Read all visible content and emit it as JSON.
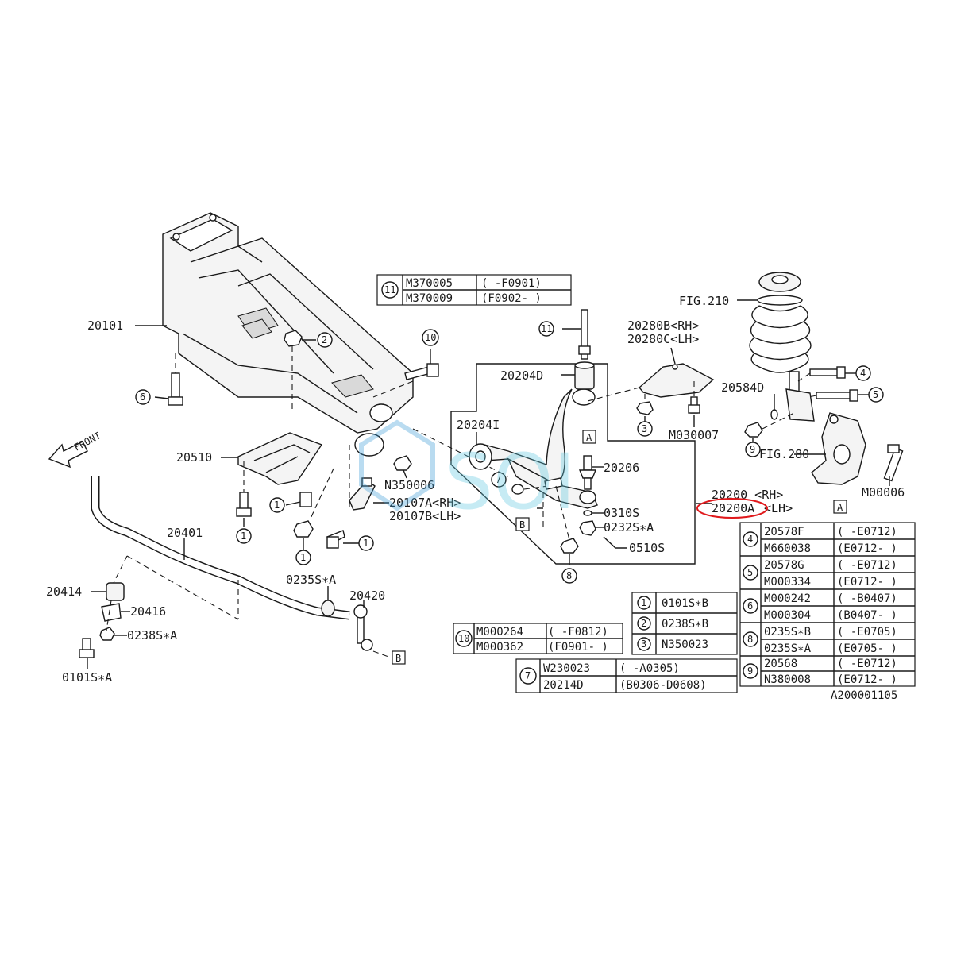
{
  "watermark": "SOI",
  "front_label": "FRONT",
  "figure_id": "A200001105",
  "part_labels": {
    "p20101": "20101",
    "p20510": "20510",
    "p20401": "20401",
    "p20414": "20414",
    "p20416": "20416",
    "p0238sa": "0238S∗A",
    "p0101sa": "0101S∗A",
    "p0235sa": "0235S∗A",
    "p20420": "20420",
    "pN350006": "N350006",
    "p20107a": "20107A<RH>",
    "p20107b": "20107B<LH>",
    "p20204d": "20204D",
    "p20204i": "20204I",
    "p20206": "20206",
    "p0310s": "0310S",
    "p0232sa": "0232S∗A",
    "p0510s": "0510S",
    "p20280b": "20280B<RH>",
    "p20280c": "20280C<LH>",
    "pM030007": "M030007",
    "pFIG210": "FIG.210",
    "p20584d": "20584D",
    "pFIG280": "FIG.280",
    "pM00006": "M00006",
    "p20200": "20200 <RH>",
    "p20200a": "20200A",
    "p20200a_suffix": "<LH>"
  },
  "circled_numbers": [
    "1",
    "2",
    "3",
    "4",
    "5",
    "6",
    "7",
    "8",
    "9",
    "10",
    "11"
  ],
  "ref_letters": {
    "a": "A",
    "b": "B"
  },
  "table_11": {
    "key": "11",
    "rows": [
      [
        "M370005",
        "( -F0901)"
      ],
      [
        "M370009",
        "(F0902- )"
      ]
    ]
  },
  "table_10": {
    "key": "10",
    "rows": [
      [
        "M000264",
        "( -F0812)"
      ],
      [
        "M000362",
        "(F0901- )"
      ]
    ]
  },
  "table_7": {
    "key": "7",
    "rows": [
      [
        "W230023",
        "( -A0305)"
      ],
      [
        "20214D",
        "(B0306-D0608)"
      ]
    ]
  },
  "table_123": [
    [
      "1",
      "0101S∗B"
    ],
    [
      "2",
      "0238S∗B"
    ],
    [
      "3",
      "N350023"
    ]
  ],
  "table_right": [
    {
      "key": "4",
      "rows": [
        [
          "20578F",
          "( -E0712)"
        ],
        [
          "M660038",
          "(E0712- )"
        ]
      ]
    },
    {
      "key": "5",
      "rows": [
        [
          "20578G",
          "( -E0712)"
        ],
        [
          "M000334",
          "(E0712- )"
        ]
      ]
    },
    {
      "key": "6",
      "rows": [
        [
          "M000242",
          "( -B0407)"
        ],
        [
          "M000304",
          "(B0407- )"
        ]
      ]
    },
    {
      "key": "8",
      "rows": [
        [
          "0235S∗B",
          "( -E0705)"
        ],
        [
          "0235S∗A",
          "(E0705- )"
        ]
      ]
    },
    {
      "key": "9",
      "rows": [
        [
          "20568",
          "( -E0712)"
        ],
        [
          "N380008",
          "(E0712- )"
        ]
      ]
    }
  ],
  "highlight_color": "#e0191c"
}
